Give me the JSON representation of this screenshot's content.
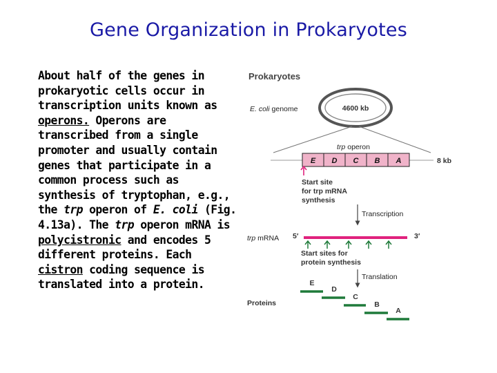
{
  "title": "Gene Organization in Prokaryotes",
  "body": {
    "p1": "About half of the genes in prokaryotic cells occur in transcription units known as ",
    "operons": "operons.",
    "p2": " Operons are transcribed from a single promoter and usually contain genes that participate in a common process such as synthesis of tryptophan, e.g., the ",
    "trp1": "trp",
    "p3": " operon of ",
    "ecoli": "E. coli",
    "p4": " (Fig. 4.13a). The ",
    "trp2": "trp",
    "p5": " operon mRNA is ",
    "polycistronic": "polycistronic",
    "p6": " and encodes 5 different proteins. Each ",
    "cistron": "cistron",
    "p7": " coding sequence is translated into a protein."
  },
  "diagram": {
    "header": "Prokaryotes",
    "genome_label_italic": "E. coli",
    "genome_label_rest": " genome",
    "genome_size": "4600 kb",
    "operon_label_italic": "trp",
    "operon_label_rest": " operon",
    "genes": [
      "E",
      "D",
      "C",
      "B",
      "A"
    ],
    "scale": "8 kb",
    "start_site_lines": [
      "Start site",
      "for trp mRNA",
      "synthesis"
    ],
    "transcription": "Transcription",
    "mrna_label_italic": "trp",
    "mrna_label_rest": " mRNA",
    "five_prime": "5′",
    "three_prime": "3′",
    "protein_start_lines": [
      "Start sites for",
      "protein synthesis"
    ],
    "translation": "Translation",
    "proteins_label": "Proteins",
    "proteins": [
      "E",
      "D",
      "C",
      "B",
      "A"
    ],
    "colors": {
      "title": "#1a1aa6",
      "gene_box": "#f0b3c9",
      "mrna": "#e0227d",
      "start_arrow": "#e0227d",
      "protein_start_arrow": "#1f7a3a",
      "protein_bar": "#1f7a3a",
      "genome_ring": "#555555"
    }
  }
}
